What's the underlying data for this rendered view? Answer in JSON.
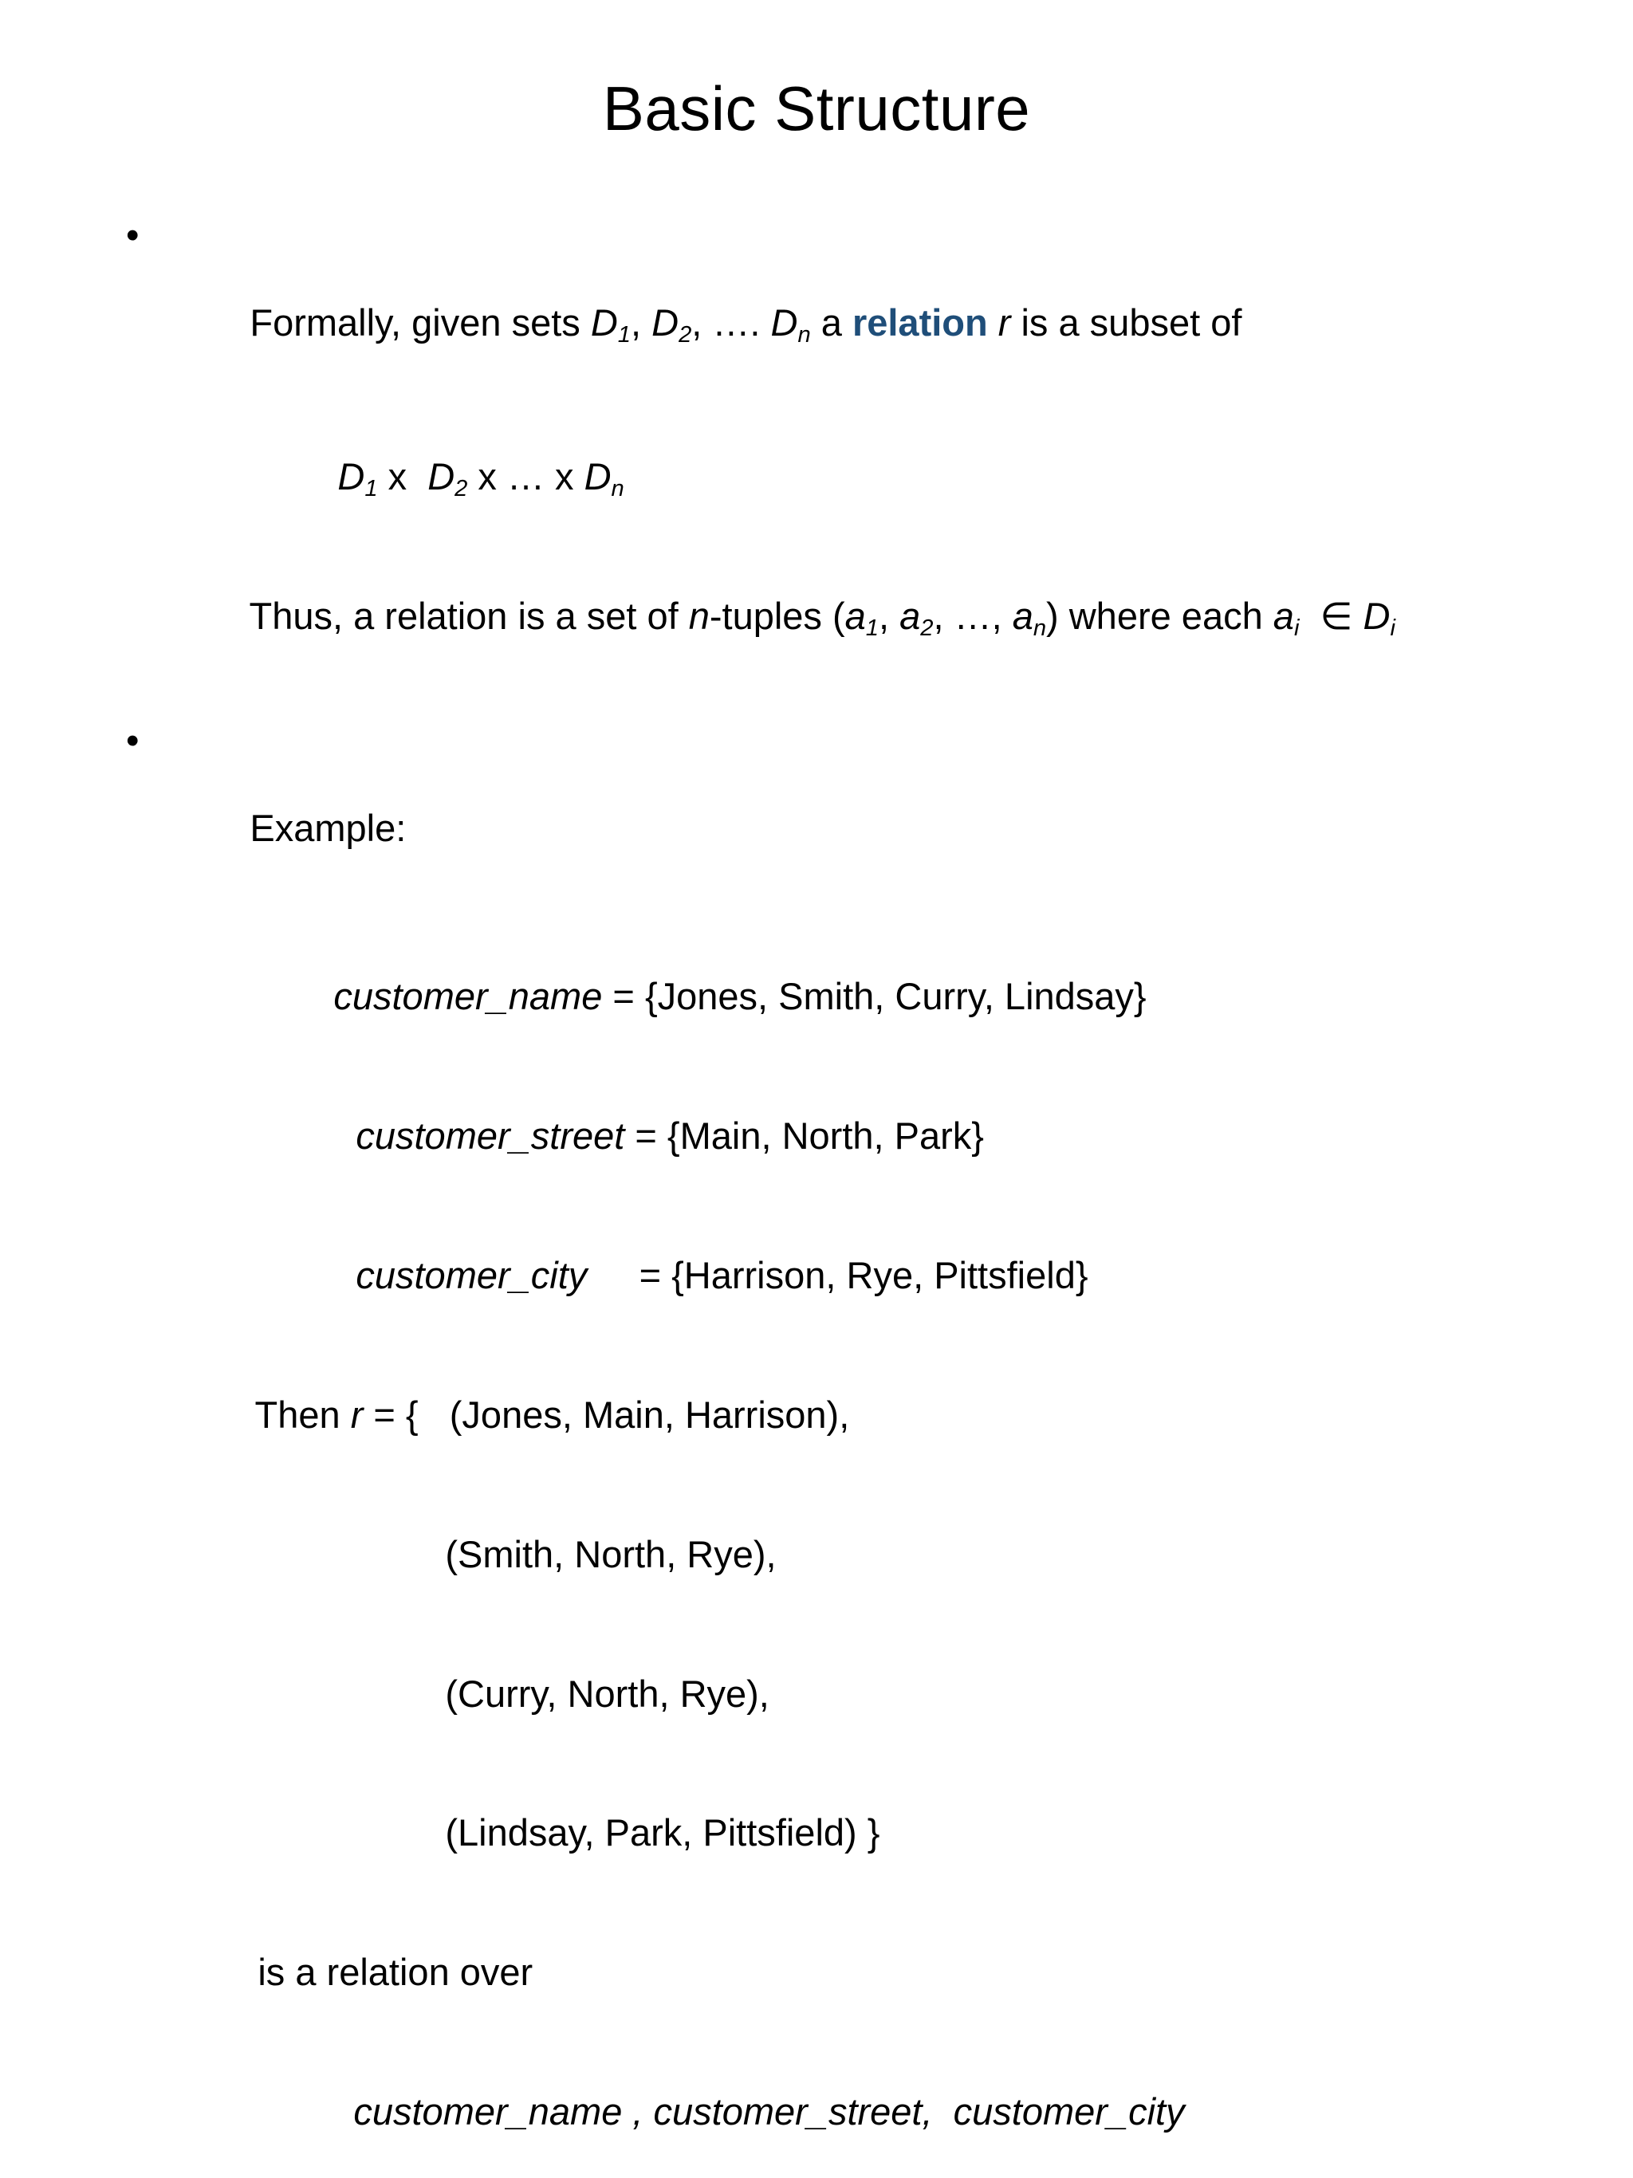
{
  "slide": {
    "title": "Basic Structure",
    "bullet_glyph": "•",
    "accent_color": "#1f4e79",
    "bullets": [
      {
        "id": "formally",
        "lines": [
          {
            "segments": [
              {
                "text": "Formally, given sets ",
                "style": "normal"
              },
              {
                "text": "D",
                "style": "italic"
              },
              {
                "text": "1",
                "style": "sub-italic"
              },
              {
                "text": ", ",
                "style": "normal"
              },
              {
                "text": "D",
                "style": "italic"
              },
              {
                "text": "2",
                "style": "sub-italic"
              },
              {
                "text": ", …. ",
                "style": "normal"
              },
              {
                "text": "D",
                "style": "italic"
              },
              {
                "text": "n",
                "style": "sub-italic"
              },
              {
                "text": " a ",
                "style": "normal"
              },
              {
                "text": "relation",
                "style": "accent-bold"
              },
              {
                "text": " ",
                "style": "normal"
              },
              {
                "text": "r",
                "style": "italic"
              },
              {
                "text": " is a subset of",
                "style": "normal"
              }
            ]
          }
        ]
      },
      {
        "id": "example",
        "lines": [
          {
            "segments": [
              {
                "text": "Example:",
                "style": "normal"
              }
            ]
          }
        ]
      }
    ],
    "formula_line": {
      "d1": "D",
      "d1sub": "1",
      "x1": " x  ",
      "d2": "D",
      "d2sub": "2",
      "x2": " x … x ",
      "dn": "D",
      "dnsub": "n"
    },
    "thus_line": {
      "prefix": "Thus, a relation is a set of ",
      "n": "n",
      "mid": "-tuples (",
      "a1": "a",
      "a1sub": "1",
      "sep1": ", ",
      "a2": "a",
      "a2sub": "2",
      "sep2": ", …, ",
      "an": "a",
      "ansub": "n",
      "close": ") where each ",
      "ai": "a",
      "aisub": "i",
      "member": "  ∈ ",
      "di": "D",
      "disub": "i"
    },
    "domains": [
      {
        "name": "customer_name",
        "eq": "=",
        "set": "{Jones, Smith, Curry, Lindsay}",
        "values": [
          "Jones",
          "Smith",
          "Curry",
          "Lindsay"
        ]
      },
      {
        "name": "customer_street",
        "eq": "=",
        "set": "{Main, North, Park}",
        "values": [
          "Main",
          "North",
          "Park"
        ]
      },
      {
        "name": "customer_city",
        "eq": "=",
        "set": "{Harrison, Rye, Pittsfield}",
        "values": [
          "Harrison",
          "Rye",
          "Pittsfield"
        ]
      }
    ],
    "relation": {
      "then_prefix": "Then ",
      "r": "r",
      "eq_open": " = {   ",
      "tuples": [
        "(Jones, Main, Harrison),",
        "(Smith, North, Rye),",
        "(Curry, North, Rye),",
        "(Lindsay, Park, Pittsfield) }"
      ],
      "first_tuple": "(Jones, Main, Harrison),",
      "closing_note": "is a relation over",
      "attribute_list": "customer_name , customer_street,  customer_city"
    }
  }
}
